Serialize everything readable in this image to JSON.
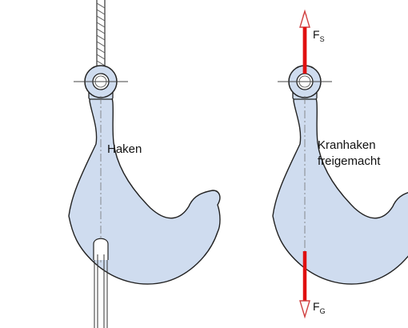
{
  "left_hook": {
    "label": "Haken"
  },
  "right_hook": {
    "label_line1": "Kranhaken",
    "label_line2": "freigemacht"
  },
  "forces": {
    "top": {
      "symbol": "F",
      "subscript": "S"
    },
    "bottom": {
      "symbol": "F",
      "subscript": "G"
    }
  },
  "colors": {
    "hook_fill": "#cfdcef",
    "outline": "#222222",
    "force_red": "#e01010",
    "arrow_outline": "#d04040"
  }
}
